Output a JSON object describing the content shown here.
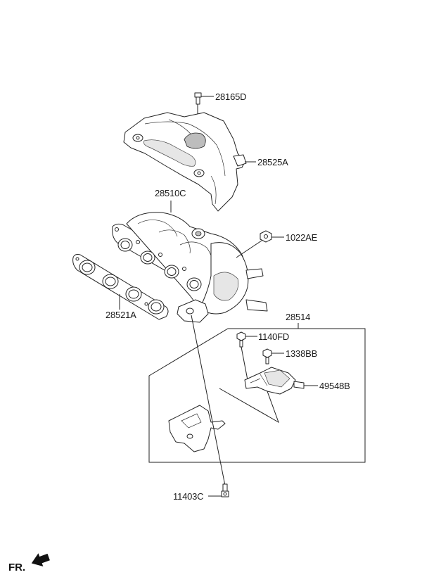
{
  "labels": {
    "bolt_top": "28165D",
    "heat_shield": "28525A",
    "manifold": "28510C",
    "nut": "1022AE",
    "gasket": "28521A",
    "bracket_assy": "28514",
    "bolt_1140fd": "1140FD",
    "bolt_1338bb": "1338BB",
    "bracket_49548b": "49548B",
    "bolt_bottom": "11403C"
  },
  "front_indicator": {
    "text": "FR.",
    "icon": "front-arrow-icon"
  },
  "colors": {
    "line": "#222222",
    "shade": "#e6e6e6",
    "dark": "#bdbdbd"
  }
}
